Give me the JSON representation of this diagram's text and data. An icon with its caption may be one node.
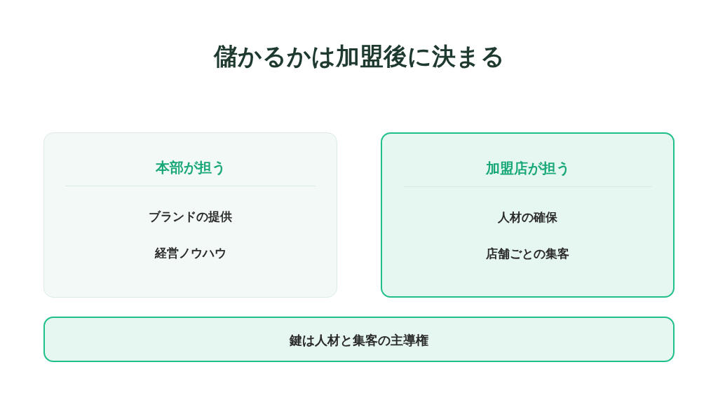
{
  "diagram": {
    "title": "儲かるかは加盟後に決まる",
    "nodes": [
      {
        "text": [
          "本部が担う",
          "ブランドの提供",
          "経営ノウハウ"
        ]
      },
      {
        "text": [
          "加盟店が担う",
          "人材の確保",
          "店舗ごとの集客"
        ]
      },
      {
        "text": [
          "鍵は人材と集客の主導権"
        ]
      }
    ]
  }
}
